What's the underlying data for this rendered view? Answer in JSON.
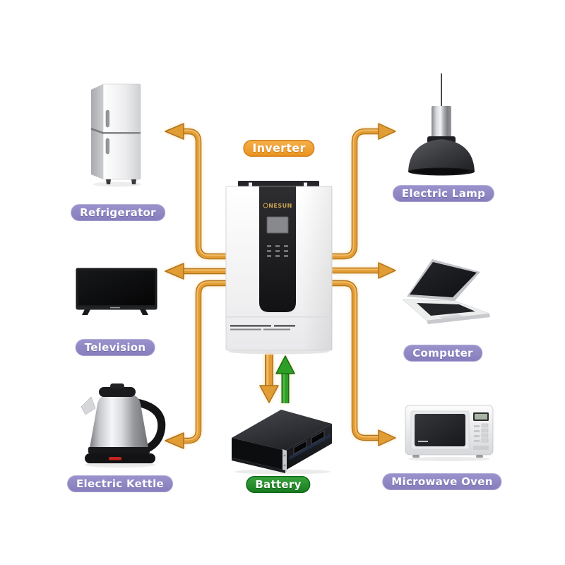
{
  "inverter": {
    "label": "Inverter",
    "brand": "NESUN"
  },
  "battery": {
    "label": "Battery"
  },
  "appliances": [
    {
      "id": "refrigerator",
      "label": "Refrigerator",
      "position": "top-left"
    },
    {
      "id": "electric-lamp",
      "label": "Electric Lamp",
      "position": "top-right"
    },
    {
      "id": "television",
      "label": "Television",
      "position": "middle-left"
    },
    {
      "id": "computer",
      "label": "Computer",
      "position": "middle-right"
    },
    {
      "id": "electric-kettle",
      "label": "Electric Kettle",
      "position": "bottom-left"
    },
    {
      "id": "microwave-oven",
      "label": "Microwave Oven",
      "position": "bottom-right"
    }
  ],
  "flows": [
    {
      "from": "Inverter",
      "to": "Refrigerator",
      "color": "orange"
    },
    {
      "from": "Inverter",
      "to": "Electric Lamp",
      "color": "orange"
    },
    {
      "from": "Inverter",
      "to": "Television",
      "color": "orange"
    },
    {
      "from": "Inverter",
      "to": "Computer",
      "color": "orange"
    },
    {
      "from": "Inverter",
      "to": "Electric Kettle",
      "color": "orange"
    },
    {
      "from": "Inverter",
      "to": "Microwave Oven",
      "color": "orange"
    },
    {
      "from": "Inverter",
      "to": "Battery",
      "color": "orange"
    },
    {
      "from": "Battery",
      "to": "Inverter",
      "color": "green"
    }
  ],
  "colors": {
    "arrow_orange": "#e19c34",
    "arrow_orange_dark": "#b0721a",
    "arrow_green": "#2f9e27",
    "label_purple": "#8f87c4",
    "label_orange": "#eda032",
    "label_green": "#1e8f27",
    "background": "#ffffff"
  }
}
